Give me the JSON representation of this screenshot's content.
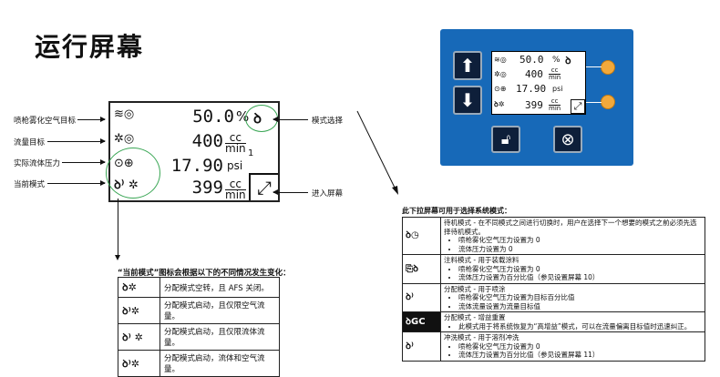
{
  "page_title": "运行屏幕",
  "lcd": {
    "rows": [
      {
        "value": "50.0",
        "unit": "%",
        "icon": "air-flow-icon"
      },
      {
        "value": "400",
        "unit_top": "cc",
        "unit_bottom": "min",
        "icon": "flow-gear-icon"
      },
      {
        "value": "17.90",
        "unit": "psi",
        "icon": "pressure-gauge-icon"
      },
      {
        "value": "399",
        "unit_top": "cc",
        "unit_bottom": "min",
        "icon": "spray-gun-icon"
      }
    ],
    "scroll_index": "1"
  },
  "labels": {
    "spray_air": "喷枪雾化空气目标",
    "flow_target": "流量目标",
    "fluid_pressure": "实际流体压力",
    "current_mode": "当前模式",
    "mode_select": "模式选择",
    "enter_screen": "进入屏幕"
  },
  "panel": {
    "rows": [
      {
        "value": "50.0",
        "unit": "%"
      },
      {
        "value": "400",
        "unit_top": "cc",
        "unit_bottom": "min"
      },
      {
        "value": "17.90",
        "unit": "psi"
      },
      {
        "value": "399",
        "unit_top": "cc",
        "unit_bottom": "min"
      }
    ]
  },
  "mode_table": {
    "heading": "“当前模式”图标会根据以下的不同情况发生变化：",
    "rows": [
      {
        "text": "分配模式空转，且 AFS 关闭。"
      },
      {
        "text": "分配模式启动，且仅限空气流量。"
      },
      {
        "text": "分配模式启动，且仅限流体流量。"
      },
      {
        "text": "分配模式启动，流体和空气流量。"
      }
    ]
  },
  "dropdown_table": {
    "heading": "此下拉屏幕可用于选择系统模式：",
    "rows": [
      {
        "title": "待机模式 - 在不同模式之间进行切换时，用户在选择下一个想要的模式之前必须先选择待机模式。",
        "items": [
          "喷枪雾化空气压力设置为 0",
          "流体压力设置为 0"
        ]
      },
      {
        "title": "注料模式 - 用于装载涂料",
        "items": [
          "喷枪雾化空气压力设置为 0",
          "流体压力设置为百分比值（参见设置屏幕 10）"
        ]
      },
      {
        "title": "分配模式 - 用于喷涂",
        "items": [
          "喷枪雾化空气压力设置为目标百分比值",
          "流体流量设置为流量目标值"
        ]
      },
      {
        "title": "分配模式 - 增益重置",
        "items": [
          "此模式用于将系统恢复为“高增益”模式，可以在流量偏离目标值时迅速纠正。"
        ]
      },
      {
        "title": "冲洗模式 - 用于溶剂冲洗",
        "items": [
          "喷枪雾化空气压力设置为 0",
          "流体压力设置为百分比值（参见设置屏幕 11）"
        ]
      }
    ]
  }
}
